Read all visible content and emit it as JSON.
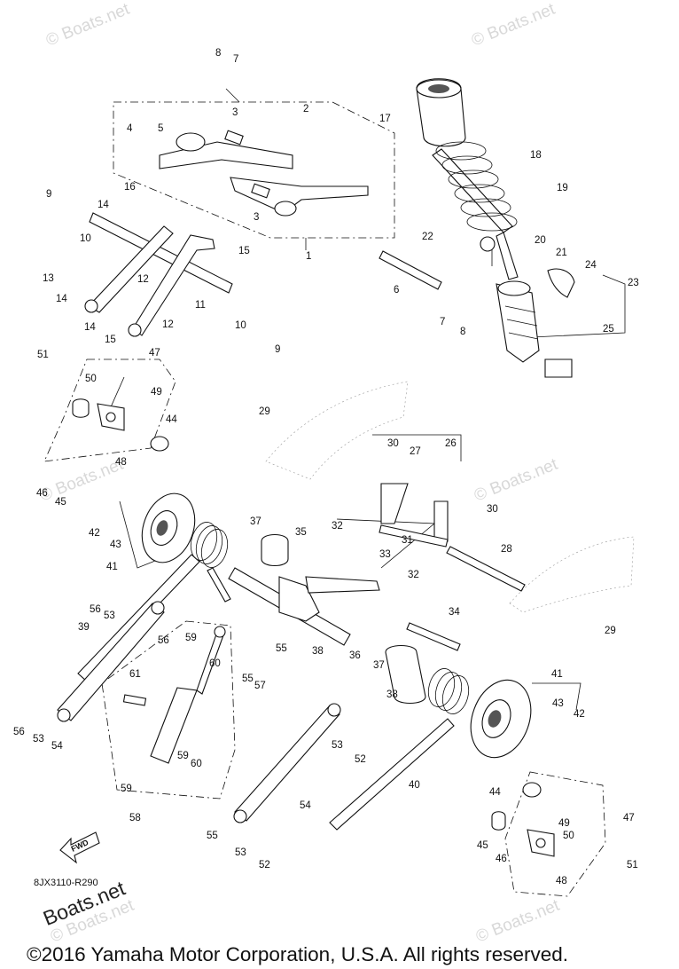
{
  "watermarks": [
    "© Boats.net",
    "© Boats.net",
    "© Boats.net",
    "© Boats.net",
    "© Boats.net",
    "© Boats.net"
  ],
  "diagram_code": "8JX3110-R290",
  "fwd_label": "FWD",
  "brand_text": "Boats.net",
  "copyright": "©2016 Yamaha Motor Corporation, U.S.A. All rights reserved.",
  "callouts": [
    {
      "n": "1"
    },
    {
      "n": "2"
    },
    {
      "n": "3"
    },
    {
      "n": "3"
    },
    {
      "n": "4"
    },
    {
      "n": "5"
    },
    {
      "n": "6"
    },
    {
      "n": "7"
    },
    {
      "n": "7"
    },
    {
      "n": "8"
    },
    {
      "n": "8"
    },
    {
      "n": "9"
    },
    {
      "n": "9"
    },
    {
      "n": "10"
    },
    {
      "n": "10"
    },
    {
      "n": "11"
    },
    {
      "n": "12"
    },
    {
      "n": "12"
    },
    {
      "n": "13"
    },
    {
      "n": "14"
    },
    {
      "n": "14"
    },
    {
      "n": "14"
    },
    {
      "n": "15"
    },
    {
      "n": "15"
    },
    {
      "n": "16"
    },
    {
      "n": "17"
    },
    {
      "n": "18"
    },
    {
      "n": "19"
    },
    {
      "n": "20"
    },
    {
      "n": "21"
    },
    {
      "n": "22"
    },
    {
      "n": "23"
    },
    {
      "n": "24"
    },
    {
      "n": "25"
    },
    {
      "n": "26"
    },
    {
      "n": "27"
    },
    {
      "n": "28"
    },
    {
      "n": "29"
    },
    {
      "n": "29"
    },
    {
      "n": "30"
    },
    {
      "n": "30"
    },
    {
      "n": "31"
    },
    {
      "n": "32"
    },
    {
      "n": "32"
    },
    {
      "n": "33"
    },
    {
      "n": "34"
    },
    {
      "n": "35"
    },
    {
      "n": "36"
    },
    {
      "n": "37"
    },
    {
      "n": "37"
    },
    {
      "n": "38"
    },
    {
      "n": "38"
    },
    {
      "n": "39"
    },
    {
      "n": "40"
    },
    {
      "n": "41"
    },
    {
      "n": "41"
    },
    {
      "n": "42"
    },
    {
      "n": "42"
    },
    {
      "n": "43"
    },
    {
      "n": "43"
    },
    {
      "n": "44"
    },
    {
      "n": "44"
    },
    {
      "n": "45"
    },
    {
      "n": "45"
    },
    {
      "n": "46"
    },
    {
      "n": "46"
    },
    {
      "n": "47"
    },
    {
      "n": "47"
    },
    {
      "n": "48"
    },
    {
      "n": "48"
    },
    {
      "n": "49"
    },
    {
      "n": "49"
    },
    {
      "n": "50"
    },
    {
      "n": "50"
    },
    {
      "n": "51"
    },
    {
      "n": "51"
    },
    {
      "n": "52"
    },
    {
      "n": "52"
    },
    {
      "n": "53"
    },
    {
      "n": "53"
    },
    {
      "n": "53"
    },
    {
      "n": "53"
    },
    {
      "n": "54"
    },
    {
      "n": "54"
    },
    {
      "n": "55"
    },
    {
      "n": "55"
    },
    {
      "n": "55"
    },
    {
      "n": "56"
    },
    {
      "n": "56"
    },
    {
      "n": "56"
    },
    {
      "n": "57"
    },
    {
      "n": "58"
    },
    {
      "n": "59"
    },
    {
      "n": "59"
    },
    {
      "n": "59"
    },
    {
      "n": "60"
    },
    {
      "n": "60"
    },
    {
      "n": "61"
    }
  ]
}
